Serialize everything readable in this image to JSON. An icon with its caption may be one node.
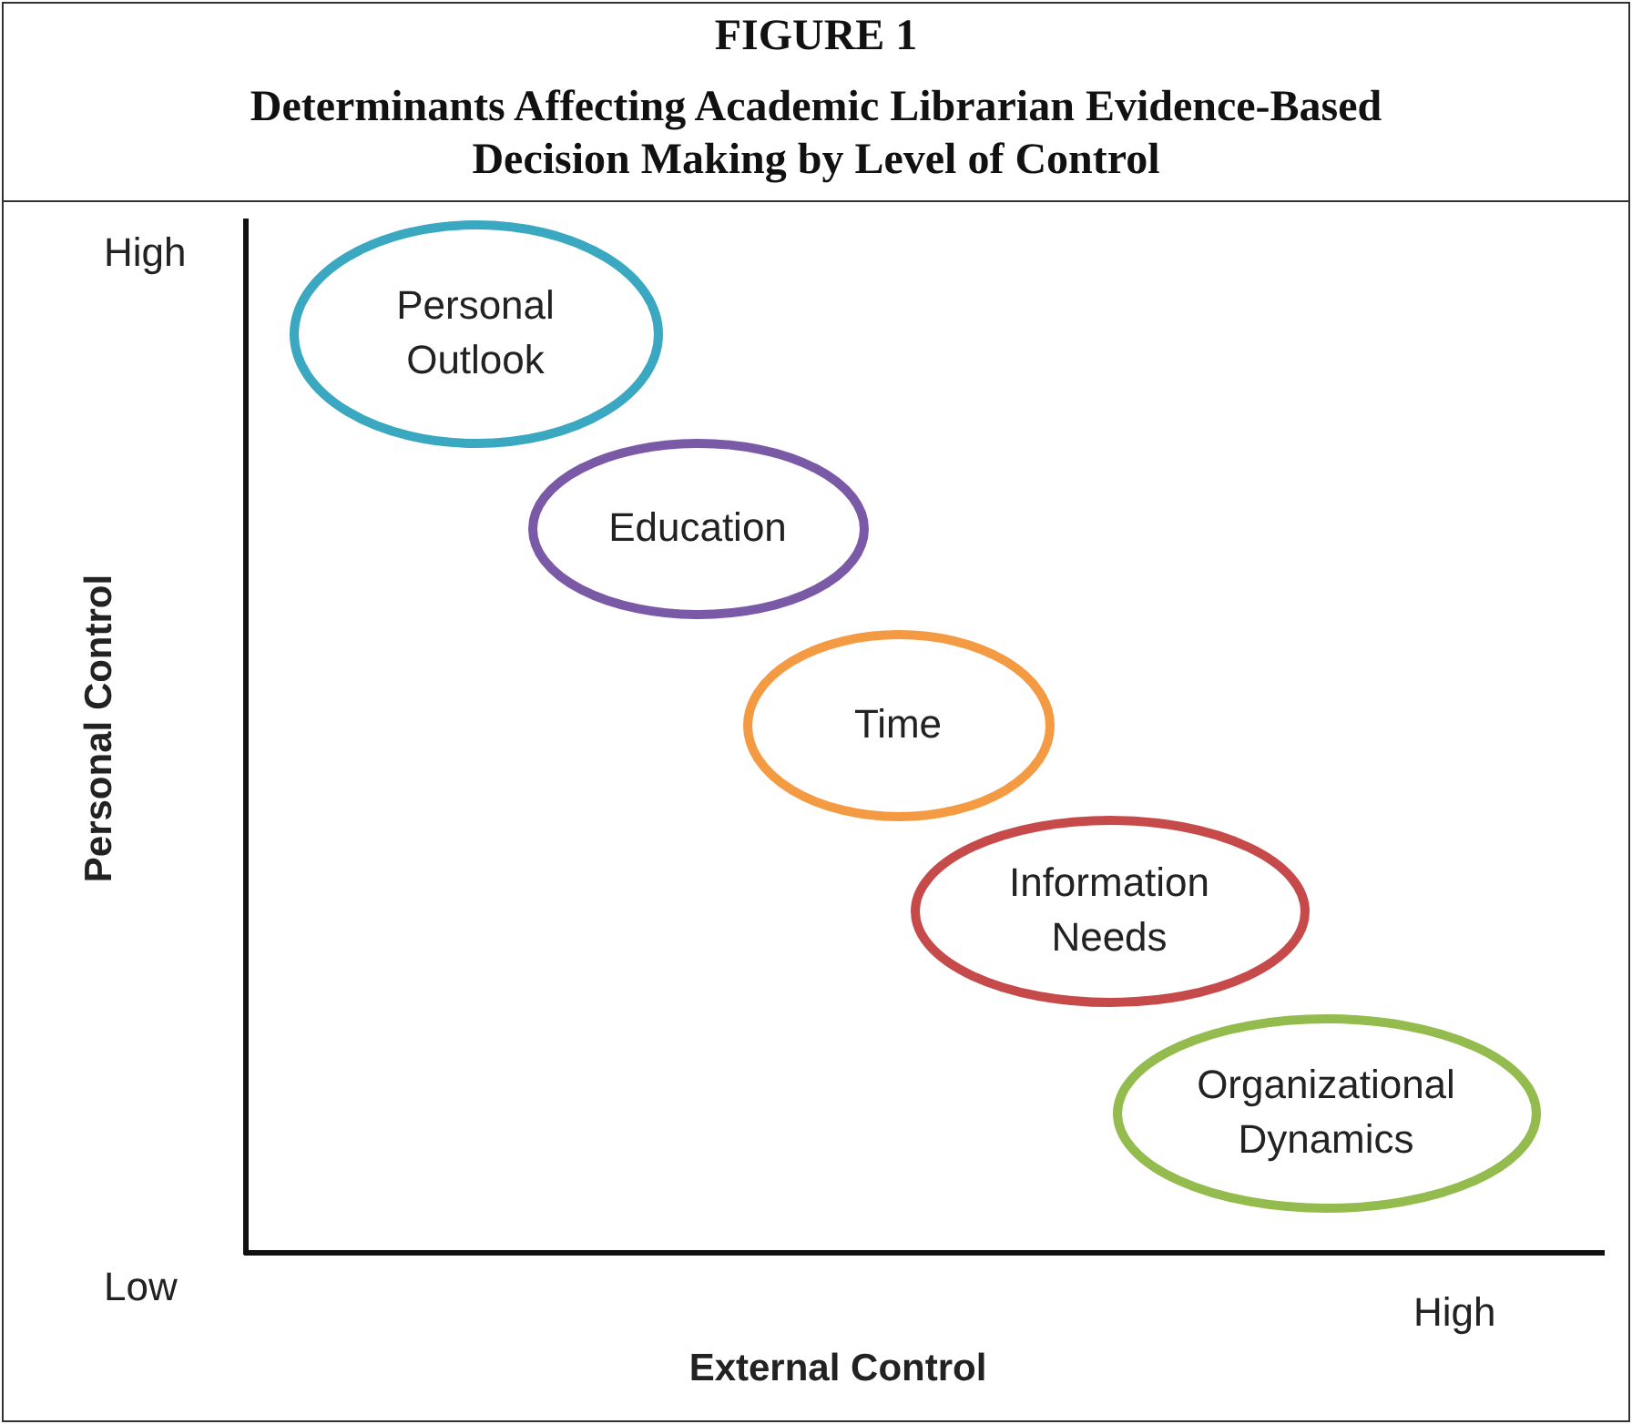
{
  "diagram": {
    "title": "Determinants Affecting Academic Librarian Evidence-Based Decision Making by Level of Control",
    "nodes": [
      {
        "text": [
          "Personal Outlook"
        ]
      },
      {
        "text": [
          "Education"
        ]
      },
      {
        "text": [
          "Time"
        ]
      },
      {
        "text": [
          "Information Needs"
        ]
      },
      {
        "text": [
          "Organizational Dynamics"
        ]
      }
    ],
    "edges": [],
    "labels": [
      "FIGURE 1",
      "High",
      "Personal Control",
      "Low",
      "High",
      "External Control"
    ]
  }
}
